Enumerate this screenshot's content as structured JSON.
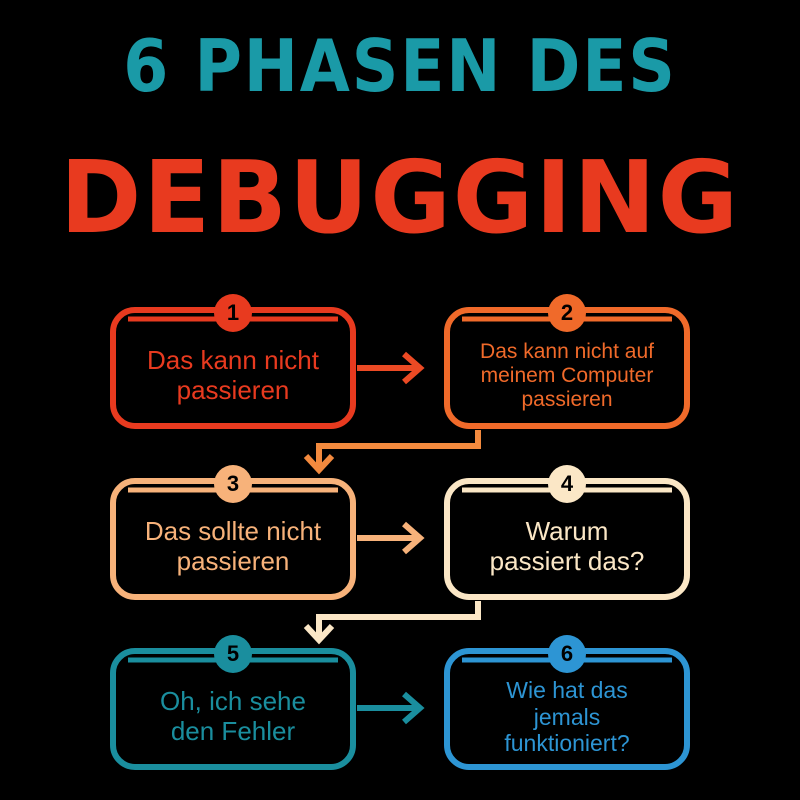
{
  "title": {
    "line1": "6 PHASEN DES",
    "line2": "DEBUGGING"
  },
  "colors": {
    "background": "#000000",
    "title_line1": "#1a9aa7",
    "title_line2": "#e83a1f"
  },
  "phases": [
    {
      "number": "1",
      "text": "Das kann nicht\npassieren",
      "color": "#e83a1f"
    },
    {
      "number": "2",
      "text": "Das kann nicht auf\nmeinem Computer\npassieren",
      "color": "#f06a2a"
    },
    {
      "number": "3",
      "text": "Das sollte nicht\npassieren",
      "color": "#f7b27a"
    },
    {
      "number": "4",
      "text": "Warum\npassiert das?",
      "color": "#fbe7c6"
    },
    {
      "number": "5",
      "text": "Oh, ich sehe\nden Fehler",
      "color": "#1a8e9e"
    },
    {
      "number": "6",
      "text": "Wie hat das\njemals\nfunktioniert?",
      "color": "#2d95d4"
    }
  ]
}
